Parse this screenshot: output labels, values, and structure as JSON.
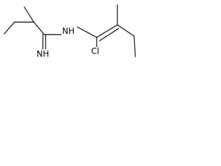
{
  "structure": {
    "atoms": {
      "amine_nh": "NH",
      "imine_nh": "NH",
      "chlorine": "Cl"
    },
    "bonds": [
      {
        "id": "ethyl-ch3-ch2",
        "order": 1
      },
      {
        "id": "ch2-ch",
        "order": 1
      },
      {
        "id": "ch-methyl",
        "order": 1
      },
      {
        "id": "ch-amidine-c",
        "order": 1
      },
      {
        "id": "amidine-c-imine-n",
        "order": 2
      },
      {
        "id": "amidine-c-amine-n",
        "order": 1
      },
      {
        "id": "amine-n-vinyl-c",
        "order": 1
      },
      {
        "id": "vinyl-c-cl",
        "order": 1
      },
      {
        "id": "vinyl-c-vinyl-c2",
        "order": 2
      },
      {
        "id": "vinyl-c2-methyl",
        "order": 1
      },
      {
        "id": "vinyl-c2-ch2",
        "order": 1
      },
      {
        "id": "ch2-ch3",
        "order": 1
      }
    ]
  }
}
